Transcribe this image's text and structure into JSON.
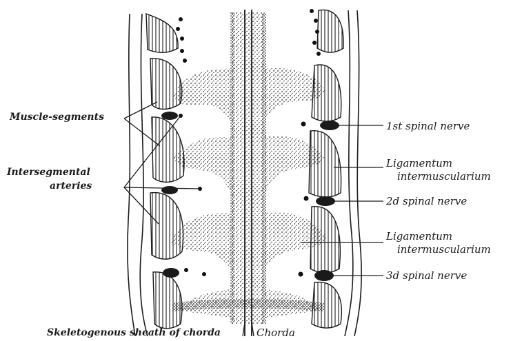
{
  "figure": {
    "labels": {
      "muscle_segments": "Muscle-segments",
      "intersegmental_line1": "Intersegmental",
      "intersegmental_line2": "arteries",
      "first_spinal_nerve": "1st spinal nerve",
      "ligamentum_1_line1": "Ligamentum",
      "ligamentum_1_line2": "intermuscularium",
      "second_spinal_nerve": "2d spinal nerve",
      "ligamentum_2_line1": "Ligamentum",
      "ligamentum_2_line2": "intermuscularium",
      "third_spinal_nerve": "3d spinal nerve",
      "skeletogenous_sheath": "Skeletogenous sheath of chorda",
      "chorda": "Chorda"
    },
    "colors": {
      "ink": "#1a1a1a",
      "stipple": "#2a2a2a",
      "paper": "#ffffff"
    }
  }
}
